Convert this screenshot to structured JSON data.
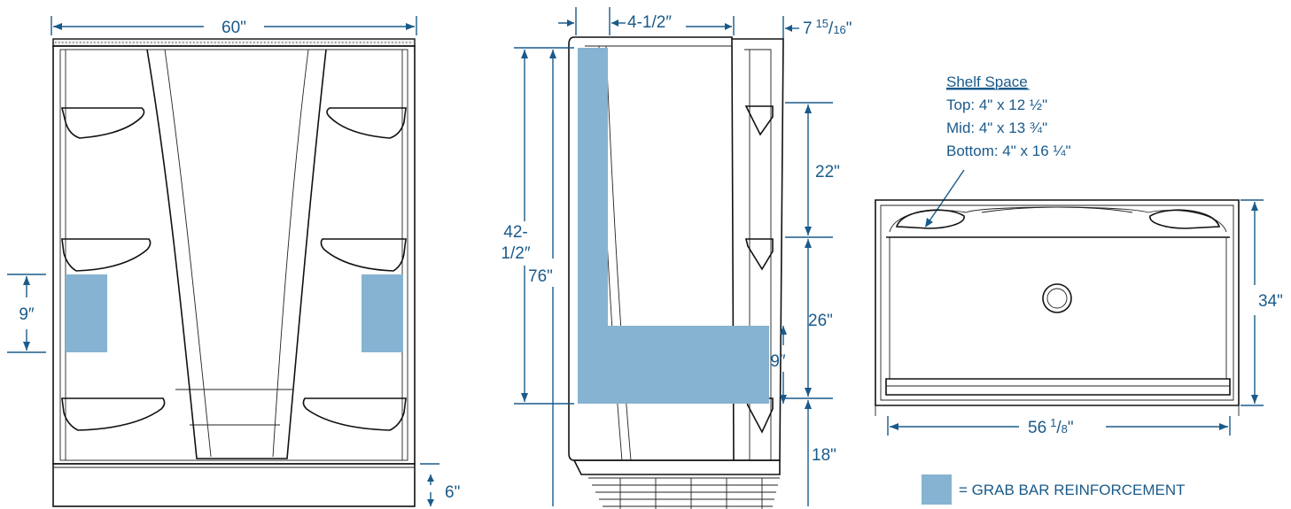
{
  "front_view": {
    "width_label": "60\"",
    "grab_height_label": "9″",
    "base_height_label": "6\""
  },
  "side_view": {
    "offset_label": "4-1/2″",
    "depth_whole": "7",
    "depth_num": "15",
    "depth_den": "16",
    "depth_unit": "\"",
    "total_height_label": "76\"",
    "grab_top_line1": "42-",
    "grab_top_line2": "1/2″",
    "shelf_top_gap_label": "22\"",
    "shelf_mid_gap_label": "26\"",
    "grab_height_label": "9″",
    "shelf_bottom_label": "18\""
  },
  "plan_view": {
    "width_whole": "56",
    "width_num": "1",
    "width_den": "8",
    "width_unit": "\"",
    "depth_label": "34\""
  },
  "shelf_space": {
    "title": "Shelf Space",
    "top": "Top: 4\" x 12 ½\"",
    "mid": "Mid: 4\" x 13 ¾\"",
    "bottom": "Bottom: 4\" x 16 ¼\""
  },
  "legend": {
    "label": "=  GRAB BAR REINFORCEMENT",
    "swatch_color": "#86b3d1"
  },
  "colors": {
    "dimension": "#1a5a8a",
    "outline": "#111111",
    "grab_bar": "#86b3d1"
  }
}
